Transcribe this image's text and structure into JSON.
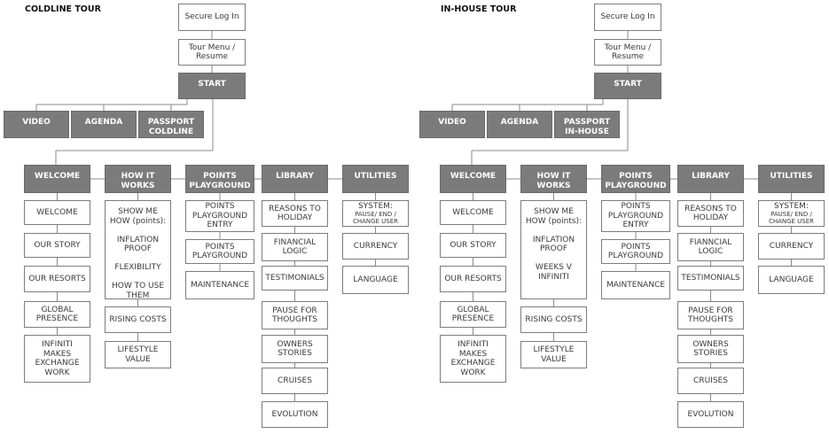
{
  "tours": [
    {
      "title": "COLDLINE TOUR",
      "login": "Secure Log In",
      "menu": "Tour Menu /\nResume",
      "start": "START",
      "intro": [
        "VIDEO",
        "AGENDA",
        "PASSPORT\nCOLDLINE"
      ],
      "sections": [
        {
          "label": "WELCOME",
          "children": [
            "WELCOME",
            "OUR STORY",
            "OUR RESORTS",
            "GLOBAL\nPRESENCE",
            "INFINITI\nMAKES\nEXCHANGE\nWORK"
          ]
        },
        {
          "label": "HOW IT\nWORKS",
          "children": [
            "SHOW ME\nHOW (points):\n\nINFLATION\nPROOF\n\nFLEXIBILITY\n\nHOW TO USE\nTHEM",
            "RISING COSTS",
            "LIFESTYLE\nVALUE"
          ]
        },
        {
          "label": "POINTS\nPLAYGROUND",
          "children": [
            "POINTS\nPLAYGROUND\nENTRY",
            "POINTS\nPLAYGROUND",
            "MAINTENANCE"
          ]
        },
        {
          "label": "LIBRARY",
          "children": [
            "REASONS TO\nHOLIDAY",
            "FINANCIAL\nLOGIC",
            "TESTIMONIALS",
            "PAUSE FOR\nTHOUGHTS",
            "OWNERS\nSTORIES",
            "CRUISES",
            "EVOLUTION"
          ]
        },
        {
          "label": "UTILITIES",
          "children": [
            "SYSTEM:\nPAUSE/ END /\nCHANGE USER",
            "CURRENCY",
            "LANGUAGE"
          ]
        }
      ]
    },
    {
      "title": "IN-HOUSE TOUR",
      "login": "Secure Log In",
      "menu": "Tour Menu /\nResume",
      "start": "START",
      "intro": [
        "VIDEO",
        "AGENDA",
        "PASSPORT\nIN-HOUSE"
      ],
      "sections": [
        {
          "label": "WELCOME",
          "children": [
            "WELCOME",
            "OUR STORY",
            "OUR RESORTS",
            "GLOBAL\nPRESENCE",
            "INFINITI\nMAKES\nEXCHANGE\nWORK"
          ]
        },
        {
          "label": "HOW IT\nWORKS",
          "children": [
            "SHOW ME\nHOW (points):\n\nINFLATION\nPROOF\n\nWEEKS V\nINFINITI",
            "RISING COSTS",
            "LIFESTYLE\nVALUE"
          ]
        },
        {
          "label": "POINTS\nPLAYGROUND",
          "children": [
            "POINTS\nPLAYGROUND\nENTRY",
            "POINTS\nPLAYGROUND",
            "MAINTENANCE"
          ]
        },
        {
          "label": "LIBRARY",
          "children": [
            "REASONS TO\nHOLIDAY",
            "FIANNCIAL\nLOGIC",
            "TESTIMONIALS",
            "PAUSE FOR\nTHOUGHTS",
            "OWNERS\nSTORIES",
            "CRUISES",
            "EVOLUTION"
          ]
        },
        {
          "label": "UTILITIES",
          "children": [
            "SYSTEM:\nPAUSE/ END /\nCHANGE USER",
            "CURRENCY",
            "LANGUAGE"
          ]
        }
      ]
    }
  ]
}
